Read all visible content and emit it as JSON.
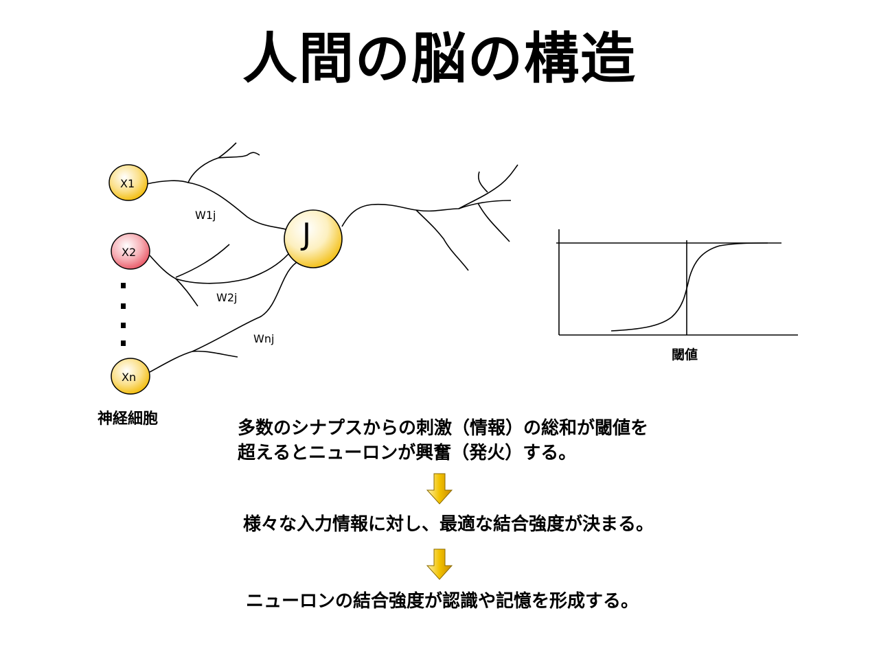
{
  "title": "人間の脳の構造",
  "inputs": {
    "x1": "X1",
    "x2": "X2",
    "xn": "Xn"
  },
  "neuron_label": "J",
  "weights": {
    "w1": "W1j",
    "w2": "W2j",
    "wn": "Wnj"
  },
  "nerve_cell_caption": "神経細胞",
  "threshold_label": "閾値",
  "text": {
    "line1a": "多数のシナプスからの刺激（情報）の総和が閾値を",
    "line1b": "超えるとニューロンが興奮（発火）する。",
    "line2": "様々な入力情報に対し、最適な結合強度が決まる。",
    "line3": "ニューロンの結合強度が認識や記憶を形成する。"
  },
  "colors": {
    "x1_fill": "#f7c948",
    "x2_fill": "#ee6f7c",
    "xn_fill": "#f7c948",
    "arrow_fill": "#f2c200"
  }
}
